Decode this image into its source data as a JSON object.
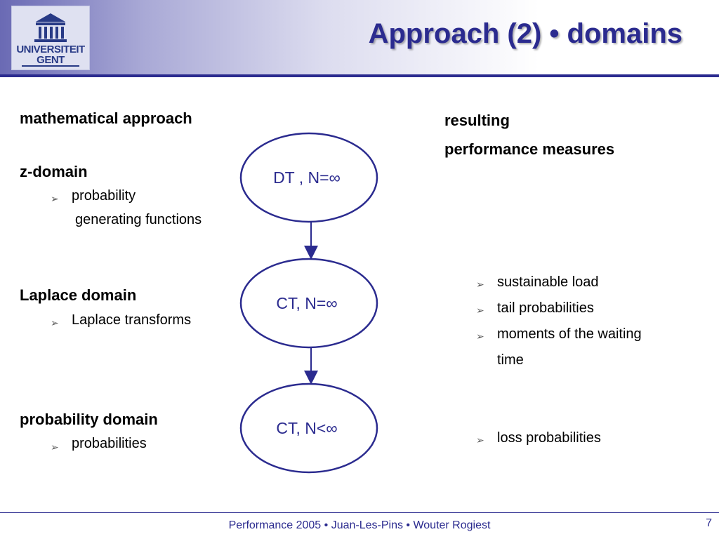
{
  "logo": {
    "line1": "UNIVERSITEIT",
    "line2": "GENT"
  },
  "title": "Approach (2) • domains",
  "left": {
    "heading": "mathematical approach",
    "z_domain": {
      "title": "z-domain",
      "item_line1": "probability",
      "item_line2": "generating functions"
    },
    "laplace": {
      "title": "Laplace domain",
      "item": "Laplace transforms"
    },
    "probability": {
      "title": "probability domain",
      "item": "probabilities"
    }
  },
  "nodes": [
    {
      "label": "DT , N=∞"
    },
    {
      "label": "CT, N=∞"
    },
    {
      "label": "CT, N<∞"
    }
  ],
  "right": {
    "heading_line1": "resulting",
    "heading_line2": "performance measures",
    "items": [
      "sustainable load",
      "tail probabilities",
      "moments of the waiting",
      "time"
    ],
    "loss": "loss probabilities"
  },
  "footer": {
    "text": "Performance 2005 • Juan-Les-Pins • Wouter Rogiest",
    "page": "7"
  },
  "colors": {
    "accent": "#2b2b8f",
    "logo": "#283a86"
  },
  "icons": {
    "bullet": "arrow-bullet-icon",
    "logo": "university-building-icon"
  }
}
